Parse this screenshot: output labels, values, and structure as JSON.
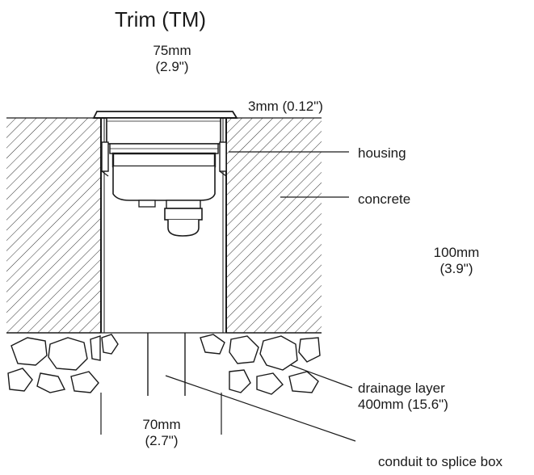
{
  "title": "Trim (TM)",
  "dimensions": {
    "top_width": [
      "75mm",
      "(2.9\")"
    ],
    "trim_thickness": "3mm (0.12\")",
    "depth": [
      "100mm",
      "(3.9\")"
    ],
    "conduit_width": [
      "70mm",
      "(2.7\")"
    ]
  },
  "labels": {
    "housing": "housing",
    "concrete": "concrete",
    "drainage": [
      "drainage layer",
      "400mm (15.6\")"
    ],
    "conduit": "conduit to splice box"
  },
  "colors": {
    "line": "#1a1a1a",
    "background": "#ffffff"
  }
}
